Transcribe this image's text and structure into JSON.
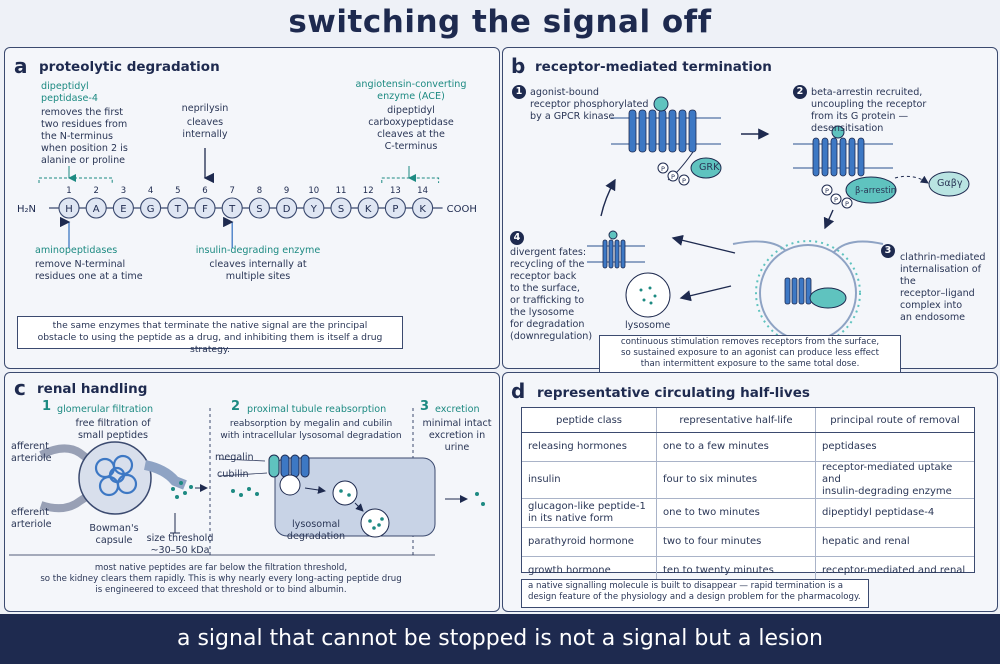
{
  "title": "switching the signal off",
  "footer": "a signal that cannot be stopped is not a signal but a lesion",
  "panel_a": {
    "label": "a",
    "title": "proteolytic degradation",
    "dpp4_name": [
      "dipeptidyl",
      "peptidase-4"
    ],
    "dpp4_desc": [
      "removes the first",
      "two residues from",
      "the N-terminus",
      "when position 2 is",
      "alanine or proline"
    ],
    "neprilysin_name": "neprilysin",
    "neprilysin_desc": [
      "cleaves",
      "internally"
    ],
    "ace_name": [
      "angiotensin-converting",
      "enzyme (ACE)"
    ],
    "ace_desc": [
      "dipeptidyl",
      "carboxypeptidase",
      "cleaves at the",
      "C-terminus"
    ],
    "n_term": "H₂N",
    "c_term": "COOH",
    "residues": [
      "H",
      "A",
      "E",
      "G",
      "T",
      "F",
      "T",
      "S",
      "D",
      "Y",
      "S",
      "K",
      "P",
      "K"
    ],
    "positions": [
      "1",
      "2",
      "3",
      "4",
      "5",
      "6",
      "7",
      "8",
      "9",
      "10",
      "11",
      "12",
      "13",
      "14"
    ],
    "amino_name": "aminopeptidases",
    "amino_desc": [
      "remove N-terminal",
      "residues one at a time"
    ],
    "ide_name": "insulin-degrading enzyme",
    "ide_desc": [
      "cleaves internally at",
      "multiple sites"
    ],
    "note": [
      "the same enzymes that terminate the native signal are the principal",
      "obstacle to using the peptide as a drug, and inhibiting them is itself a drug strategy."
    ]
  },
  "panel_b": {
    "label": "b",
    "title": "receptor-mediated termination",
    "step1_num": "1",
    "step1": [
      "agonist-bound",
      "receptor phosphorylated",
      "by a GPCR kinase"
    ],
    "grk": "GRK",
    "p": "P",
    "step2_num": "2",
    "step2": [
      "beta-arrestin recruited,",
      "uncoupling the receptor",
      "from its G protein —",
      "desensitisation"
    ],
    "arrestin": "β-arrestin",
    "gby": "Gαβγ",
    "step3_num": "3",
    "step3": [
      "clathrin-mediated",
      "internalisation of the",
      "receptor–ligand",
      "complex into",
      "an endosome"
    ],
    "step4_num": "4",
    "step4": [
      "divergent fates:",
      "recycling of the",
      "receptor back",
      "to the surface,",
      "or trafficking to",
      "the lysosome",
      "for degradation",
      "(downregulation)"
    ],
    "lysosome": "lysosome",
    "note": [
      "continuous stimulation removes receptors from the surface,",
      "so sustained exposure to an agonist can produce less effect",
      "than intermittent exposure to the same total dose."
    ]
  },
  "panel_c": {
    "label": "c",
    "title": "renal handling",
    "s1_num": "1",
    "s1_title": "glomerular filtration",
    "s1_desc": [
      "free filtration of",
      "small peptides"
    ],
    "afferent": [
      "afferent",
      "arteriole"
    ],
    "efferent": [
      "efferent",
      "arteriole"
    ],
    "bowman": [
      "Bowman's",
      "capsule"
    ],
    "threshold": [
      "size threshold",
      "~30–50 kDa"
    ],
    "s2_num": "2",
    "s2_title": "proximal tubule reabsorption",
    "s2_desc": [
      "reabsorption by megalin and cubilin",
      "with intracellular lysosomal degradation"
    ],
    "megalin": "megalin",
    "cubilin": "cubilin",
    "lysosomal": [
      "lysosomal",
      "degradation"
    ],
    "s3_num": "3",
    "s3_title": "excretion",
    "s3_desc": [
      "minimal intact",
      "excretion in urine"
    ],
    "note": [
      "most native peptides are far below the filtration threshold,",
      "so the kidney clears them rapidly. This is why nearly every long-acting peptide drug",
      "is engineered to exceed that threshold or to bind albumin."
    ]
  },
  "panel_d": {
    "label": "d",
    "title": "representative circulating half-lives",
    "headers": [
      "peptide class",
      "representative half-life",
      "principal route of removal"
    ],
    "rows": [
      {
        "cls": [
          "releasing hormones"
        ],
        "hl": "one to a few minutes",
        "route": [
          "peptidases"
        ]
      },
      {
        "cls": [
          "insulin"
        ],
        "hl": "four to six minutes",
        "route": [
          "receptor-mediated uptake and",
          "insulin-degrading enzyme"
        ]
      },
      {
        "cls": [
          "glucagon-like peptide-1",
          "in its native form"
        ],
        "hl": "one to two minutes",
        "route": [
          "dipeptidyl peptidase-4"
        ]
      },
      {
        "cls": [
          "parathyroid hormone"
        ],
        "hl": "two to four minutes",
        "route": [
          "hepatic and renal"
        ]
      },
      {
        "cls": [
          "growth hormone"
        ],
        "hl": "ten to twenty minutes",
        "route": [
          "receptor-mediated and renal"
        ]
      }
    ],
    "note": [
      "a native signalling molecule is built to disappear — rapid termination is a",
      "design feature of the physiology and a design problem for the pharmacology."
    ]
  },
  "colors": {
    "navy": "#1e2a4f",
    "teal": "#1d8a82",
    "blue": "#3d78c4",
    "light_teal": "#5fc3bf"
  }
}
